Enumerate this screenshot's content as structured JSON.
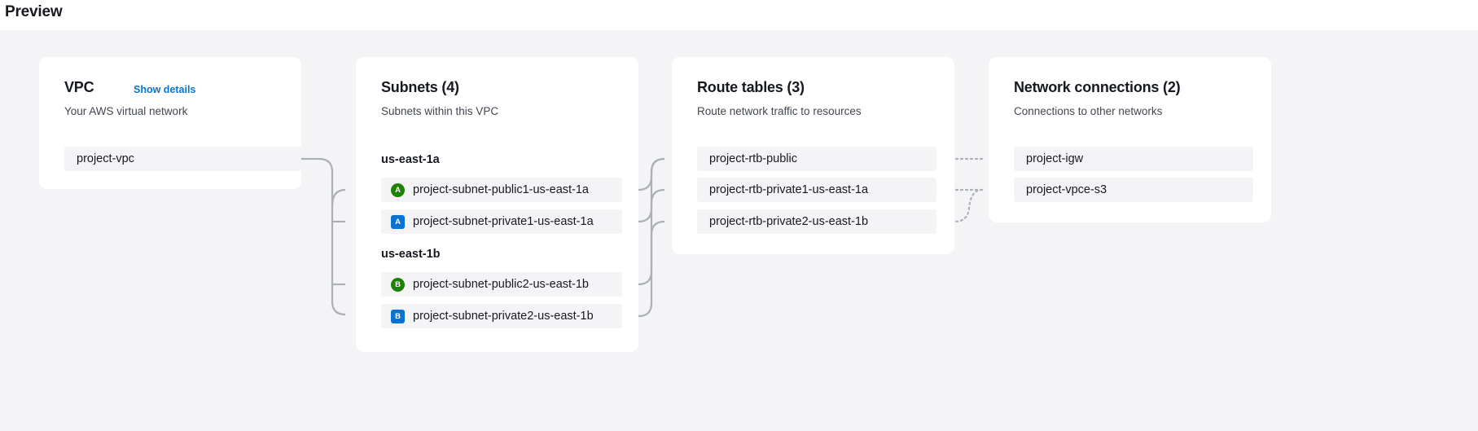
{
  "page": {
    "title": "Preview"
  },
  "colors": {
    "public_badge": "#1d8102",
    "private_badge": "#0972d3",
    "link": "#0972d3",
    "canvas": "#f4f4f6",
    "connector": "#aab1b8"
  },
  "cards": {
    "vpc": {
      "title": "VPC",
      "link_label": "Show details",
      "subtitle": "Your AWS virtual network",
      "rows": [
        {
          "label": "project-vpc"
        }
      ]
    },
    "subnets": {
      "title": "Subnets (4)",
      "subtitle": "Subnets within this VPC",
      "zones": [
        {
          "name": "us-east-1a",
          "rows": [
            {
              "label": "project-subnet-public1-us-east-1a",
              "badge": "A",
              "type": "public"
            },
            {
              "label": "project-subnet-private1-us-east-1a",
              "badge": "A",
              "type": "private"
            }
          ]
        },
        {
          "name": "us-east-1b",
          "rows": [
            {
              "label": "project-subnet-public2-us-east-1b",
              "badge": "B",
              "type": "public"
            },
            {
              "label": "project-subnet-private2-us-east-1b",
              "badge": "B",
              "type": "private"
            }
          ]
        }
      ]
    },
    "route_tables": {
      "title": "Route tables (3)",
      "subtitle": "Route network traffic to resources",
      "rows": [
        {
          "label": "project-rtb-public"
        },
        {
          "label": "project-rtb-private1-us-east-1a"
        },
        {
          "label": "project-rtb-private2-us-east-1b"
        }
      ]
    },
    "network_connections": {
      "title": "Network connections (2)",
      "subtitle": "Connections to other networks",
      "rows": [
        {
          "label": "project-igw"
        },
        {
          "label": "project-vpce-s3"
        }
      ]
    }
  }
}
